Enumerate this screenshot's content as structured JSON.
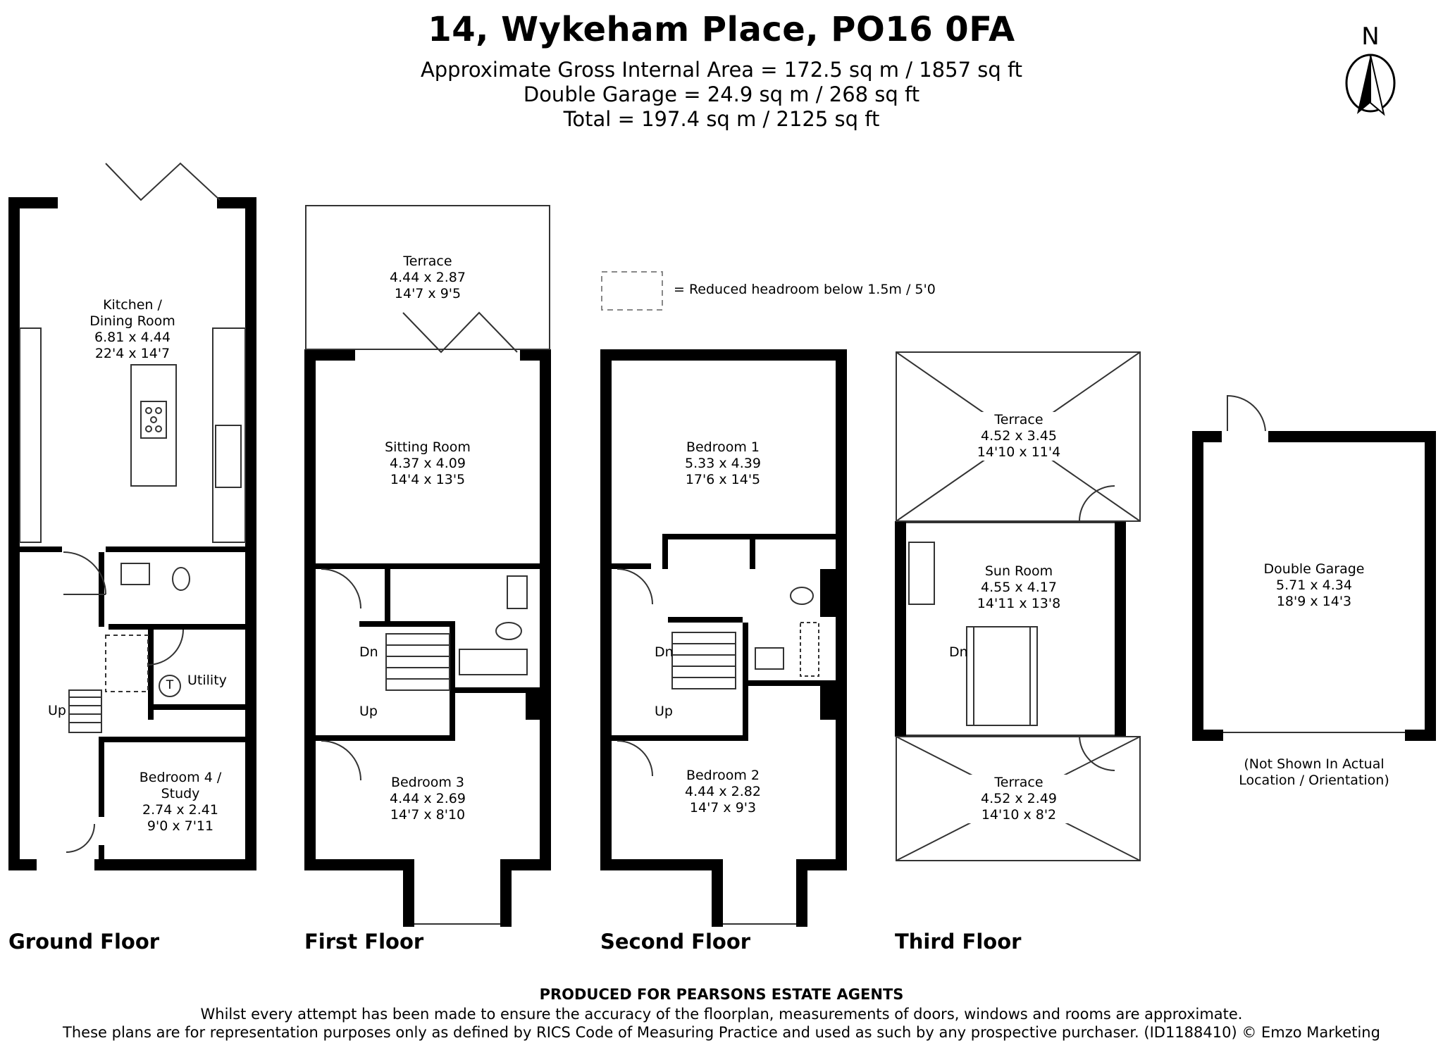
{
  "header": {
    "title": "14, Wykeham Place, PO16 0FA",
    "areas": [
      "Approximate Gross Internal Area = 172.5 sq m / 1857 sq ft",
      "Double Garage = 24.9 sq m / 268 sq ft",
      "Total = 197.4 sq m / 2125 sq ft"
    ],
    "north": "N"
  },
  "legend": {
    "text": "= Reduced headroom below 1.5m / 5'0"
  },
  "floors": {
    "ground": {
      "label": "Ground Floor",
      "rooms": {
        "kitchen": {
          "name1": "Kitchen /",
          "name2": "Dining Room",
          "metric": "6.81 x 4.44",
          "imperial": "22'4 x 14'7"
        },
        "utility": {
          "name": "Utility"
        },
        "bedroom4": {
          "name1": "Bedroom 4 /",
          "name2": "Study",
          "metric": "2.74 x 2.41",
          "imperial": "9'0 x 7'11"
        }
      },
      "stairs": {
        "up": "Up"
      },
      "tank": "T"
    },
    "first": {
      "label": "First Floor",
      "rooms": {
        "terrace": {
          "name": "Terrace",
          "metric": "4.44 x 2.87",
          "imperial": "14'7 x 9'5"
        },
        "sitting": {
          "name": "Sitting Room",
          "metric": "4.37 x 4.09",
          "imperial": "14'4 x 13'5"
        },
        "bedroom3": {
          "name": "Bedroom 3",
          "metric": "4.44 x 2.69",
          "imperial": "14'7 x 8'10"
        }
      },
      "stairs": {
        "dn": "Dn",
        "up": "Up"
      }
    },
    "second": {
      "label": "Second Floor",
      "rooms": {
        "bedroom1": {
          "name": "Bedroom 1",
          "metric": "5.33 x 4.39",
          "imperial": "17'6 x 14'5"
        },
        "bedroom2": {
          "name": "Bedroom 2",
          "metric": "4.44 x 2.82",
          "imperial": "14'7 x 9'3"
        }
      },
      "stairs": {
        "dn": "Dn",
        "up": "Up"
      }
    },
    "third": {
      "label": "Third Floor",
      "rooms": {
        "terrace_top": {
          "name": "Terrace",
          "metric": "4.52 x 3.45",
          "imperial": "14'10 x 11'4"
        },
        "sunroom": {
          "name": "Sun Room",
          "metric": "4.55 x 4.17",
          "imperial": "14'11 x 13'8"
        },
        "terrace_bottom": {
          "name": "Terrace",
          "metric": "4.52 x 2.49",
          "imperial": "14'10 x 8'2"
        }
      },
      "stairs": {
        "dn": "Dn"
      }
    },
    "garage": {
      "name": "Double Garage",
      "metric": "5.71 x 4.34",
      "imperial": "18'9 x 14'3",
      "note1": "(Not Shown In Actual",
      "note2": "Location / Orientation)"
    }
  },
  "footer": {
    "producer": "PRODUCED FOR PEARSONS ESTATE AGENTS",
    "line1": "Whilst every attempt has been made to ensure the accuracy of the floorplan, measurements of doors, windows and rooms are approximate.",
    "line2": "These plans are for representation purposes only as defined by RICS Code of Measuring Practice and used as such by any prospective purchaser. (ID1188410) © Emzo Marketing"
  },
  "colors": {
    "wall": "#000000",
    "background": "#ffffff",
    "thin_line": "#444444",
    "dashed": "#888888"
  }
}
